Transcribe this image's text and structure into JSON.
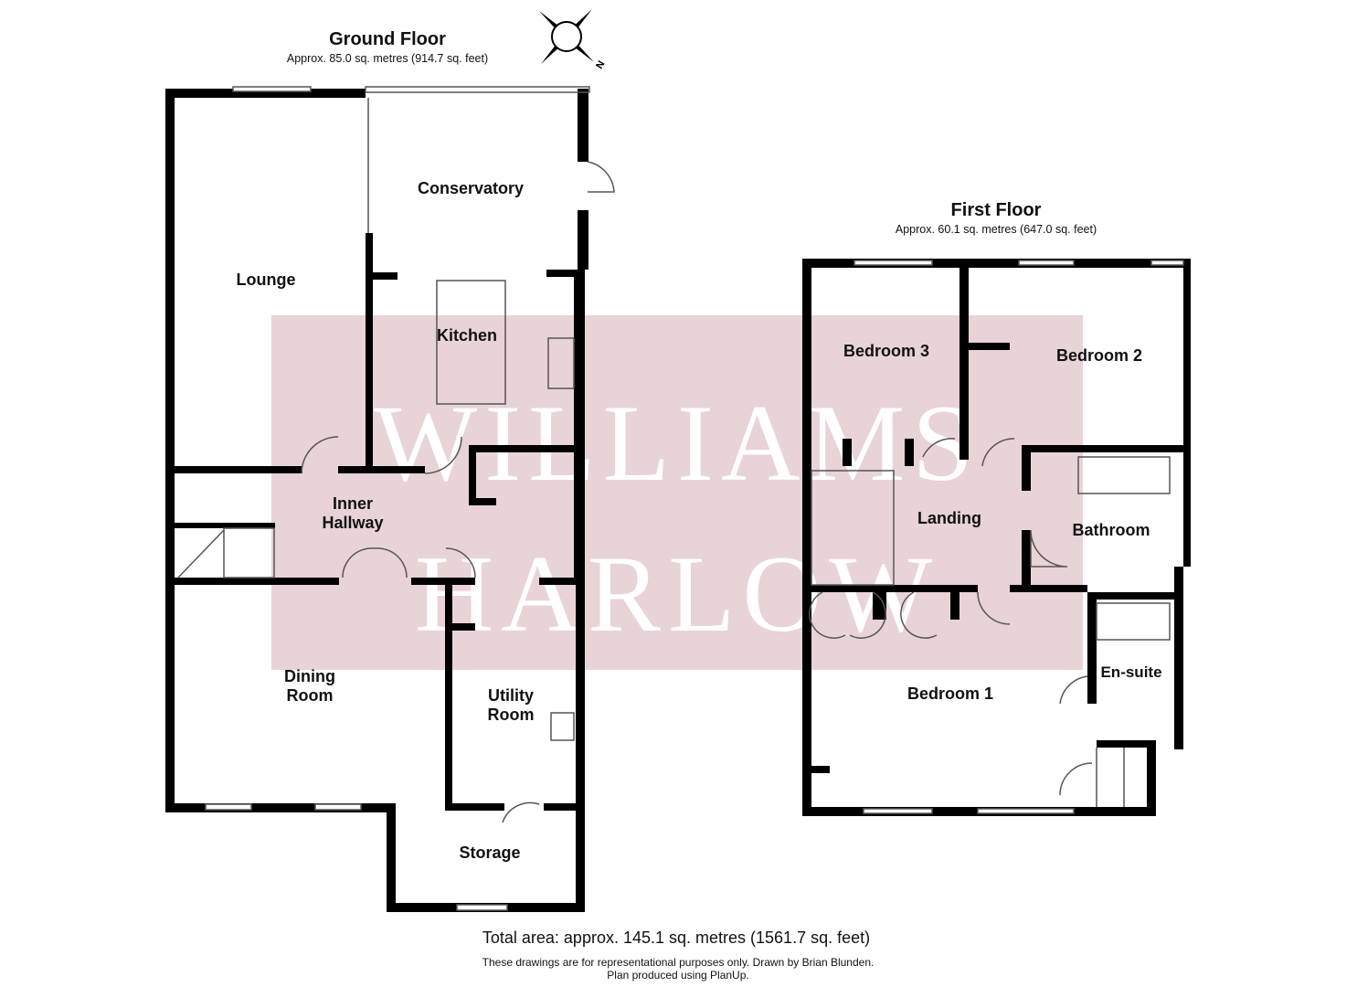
{
  "ground_floor": {
    "title": "Ground Floor",
    "area": "Approx. 85.0 sq. metres (914.7 sq. feet)",
    "rooms": {
      "lounge": "Lounge",
      "conservatory": "Conservatory",
      "kitchen": "Kitchen",
      "inner_hallway_1": "Inner",
      "inner_hallway_2": "Hallway",
      "dining_1": "Dining",
      "dining_2": "Room",
      "utility_1": "Utility",
      "utility_2": "Room",
      "storage": "Storage"
    }
  },
  "first_floor": {
    "title": "First Floor",
    "area": "Approx. 60.1 sq. metres (647.0 sq. feet)",
    "rooms": {
      "bedroom3": "Bedroom 3",
      "bedroom2": "Bedroom 2",
      "landing": "Landing",
      "bathroom": "Bathroom",
      "bedroom1": "Bedroom 1",
      "ensuite": "En-suite"
    }
  },
  "compass": {
    "label": "N"
  },
  "watermark": {
    "line1": "WILLIAMS",
    "line2": "HARLOW",
    "color": "#e8d3d7"
  },
  "footer": {
    "total": "Total area: approx. 145.1 sq. metres (1561.7 sq. feet)",
    "note1": "These drawings are for representational purposes only. Drawn by Brian Blunden.",
    "note2": "Plan produced using PlanUp."
  }
}
